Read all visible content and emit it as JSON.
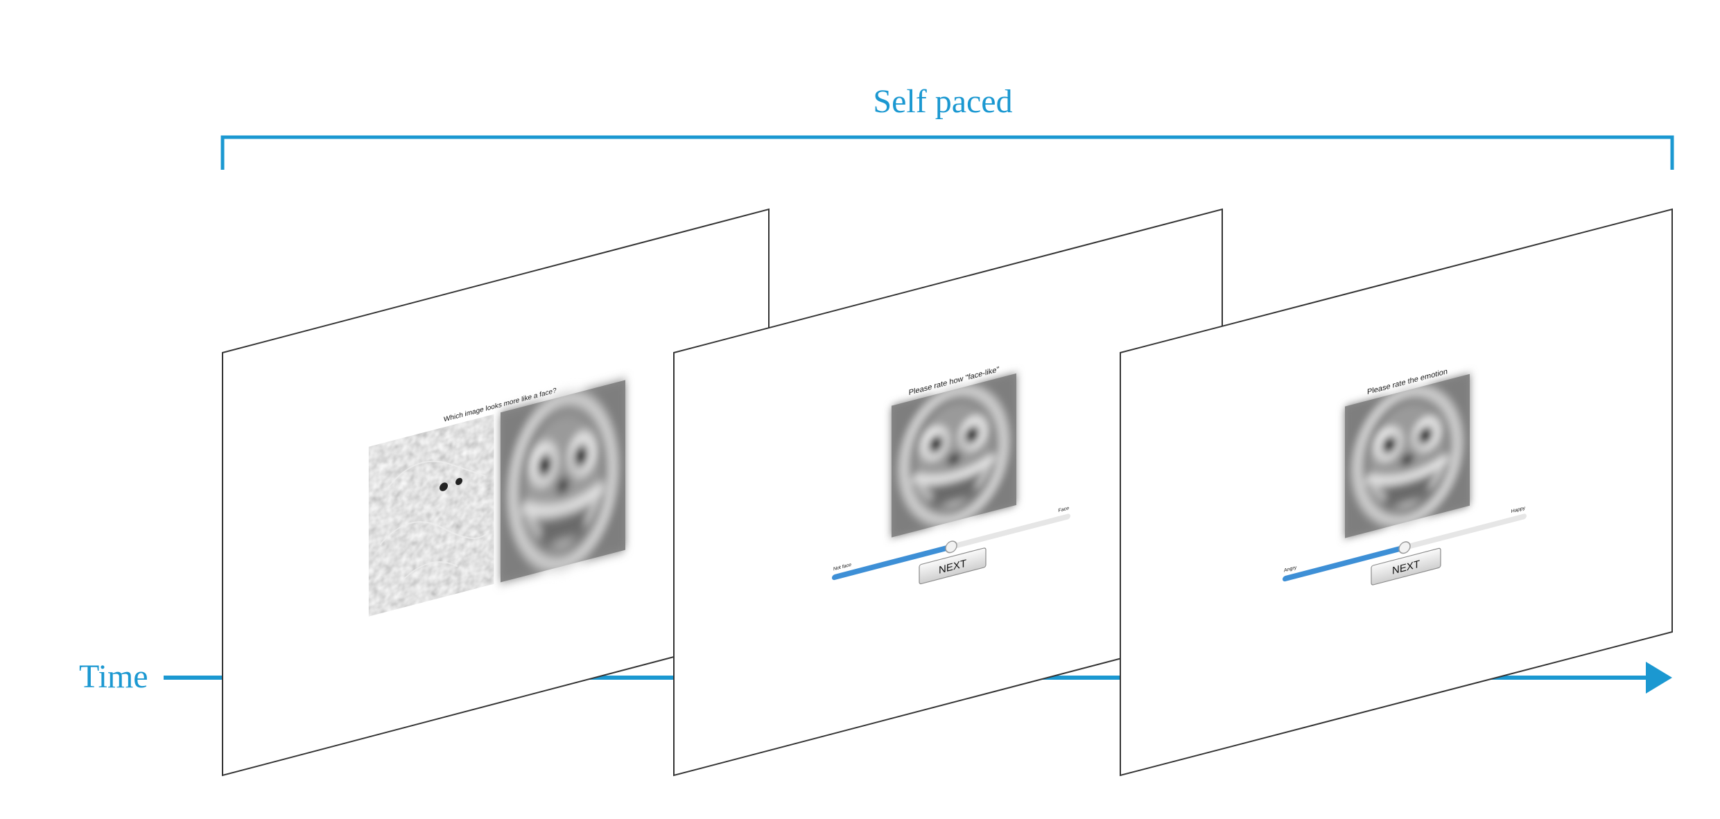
{
  "labels": {
    "self_paced": "Self paced",
    "time": "Time"
  },
  "colors": {
    "accent": "#1b98d1",
    "panel_border": "#333333",
    "slider_fill": "#3d8fd6",
    "slider_track": "#e6e6e6"
  },
  "screens": [
    {
      "question": "Which image looks more like a face?",
      "images": [
        "noise-image",
        "face-like-image"
      ]
    },
    {
      "question": "Please rate how \"face-like\"",
      "left_anchor": "Not face",
      "right_anchor": "Face",
      "button": "NEXT",
      "slider_value": 0.5
    },
    {
      "question": "Please rate the emotion",
      "left_anchor": "Angry",
      "right_anchor": "Happy",
      "button": "NEXT",
      "slider_value": 0.5
    }
  ]
}
